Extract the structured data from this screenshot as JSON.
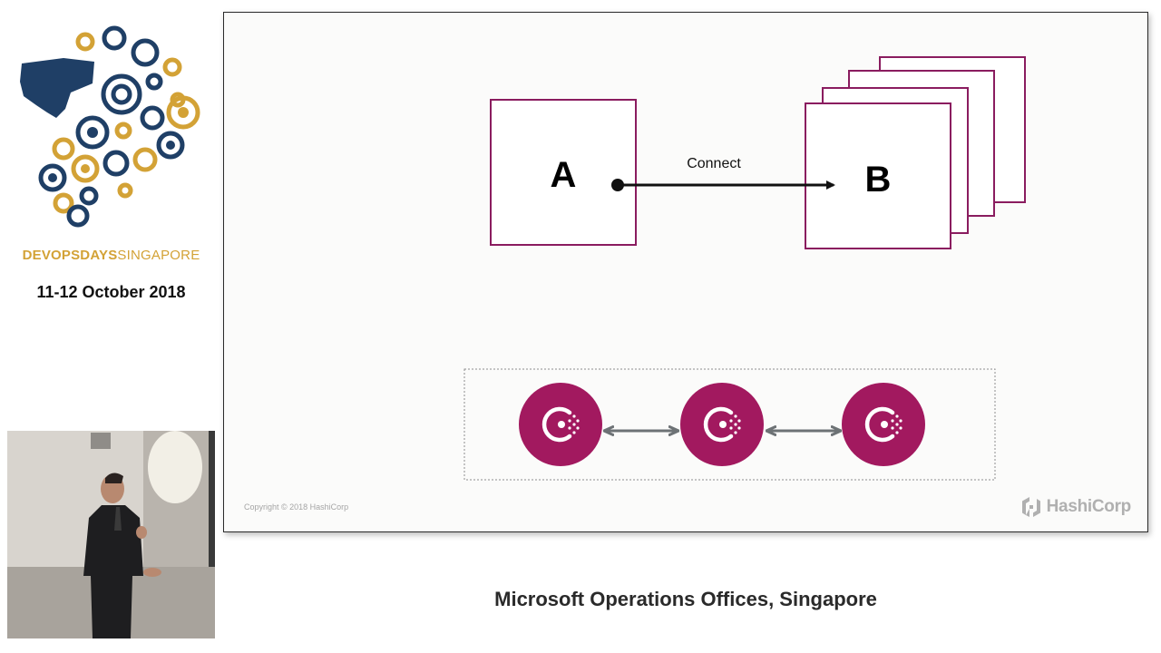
{
  "sidebar": {
    "brand_bold": "DEVOPSDAYS",
    "brand_regular": "SINGAPORE",
    "event_date": "11-12 October 2018"
  },
  "slide": {
    "box_a_label": "A",
    "box_b_label": "B",
    "arrow_label": "Connect",
    "copyright": "Copyright © 2018 HashiCorp",
    "brand_name": "HashiCorp"
  },
  "footer": {
    "location": "Microsoft Operations Offices, Singapore"
  },
  "colors": {
    "box_border": "#8a1c5f",
    "consul_node": "#a2195f",
    "logo_gold": "#d3a236",
    "logo_navy": "#1f3f66"
  },
  "icons": {
    "consul": "consul-icon",
    "hashicorp": "hashicorp-logo-icon"
  }
}
